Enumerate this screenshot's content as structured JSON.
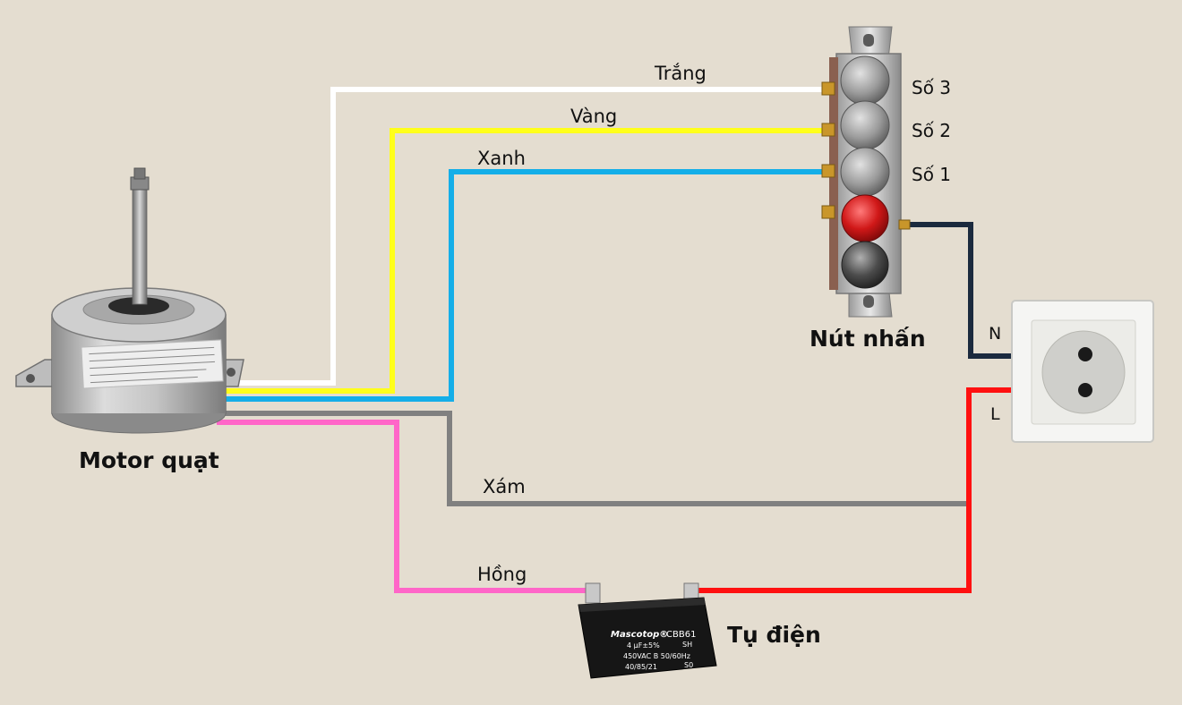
{
  "wires": [
    {
      "id": "trang",
      "label": "Trắng",
      "color": "#ffffff"
    },
    {
      "id": "vang",
      "label": "Vàng",
      "color": "#ffff1a"
    },
    {
      "id": "xanh",
      "label": "Xanh",
      "color": "#14aee8"
    },
    {
      "id": "xam",
      "label": "Xám",
      "color": "#808080"
    },
    {
      "id": "hong",
      "label": "Hồng",
      "color": "#ff66c8"
    },
    {
      "id": "neutral",
      "label": "",
      "color": "#1b2a3e"
    },
    {
      "id": "live",
      "label": "",
      "color": "#ff1010"
    }
  ],
  "components": {
    "motor": {
      "label": "Motor quạt"
    },
    "switch": {
      "label": "Nút nhấn",
      "buttons": [
        "Số 3",
        "Số 2",
        "Số 1"
      ]
    },
    "capacitor": {
      "label": "Tụ điện",
      "brand": "Mascotop®",
      "model": "CBB61",
      "rating": "4 μF±5%",
      "voltage": "450VAC B 50/60Hz",
      "spec": "40/85/21",
      "code_sh": "SH",
      "code_s0": "S0"
    },
    "socket": {
      "neutral_label": "N",
      "live_label": "L"
    }
  },
  "colors": {
    "background": "#e4ddd0"
  }
}
